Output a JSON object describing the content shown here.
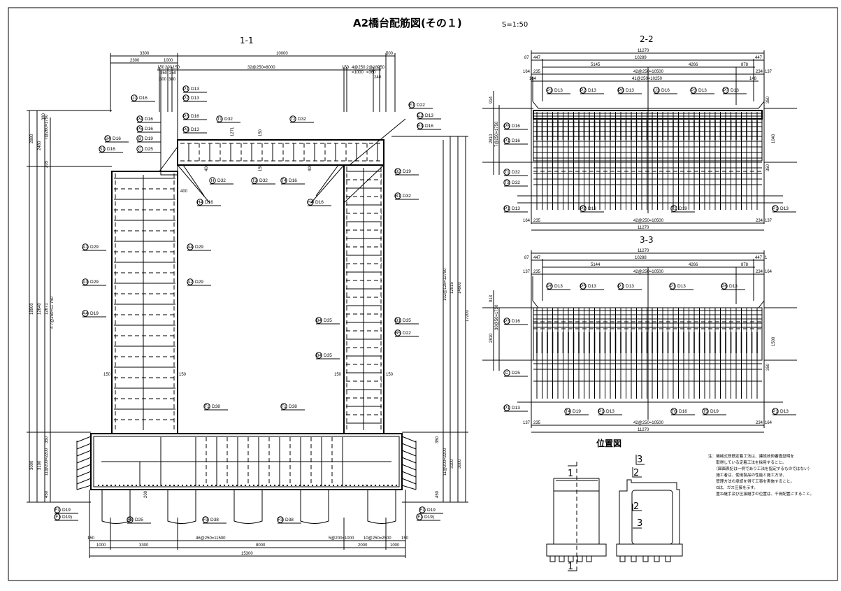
{
  "title": {
    "main": "A2橋台配筋図(その１)",
    "scale": "S=1:50"
  },
  "sections": {
    "s11": "1-1",
    "s22": "2-2",
    "s33": "3-3",
    "location": "位置図"
  },
  "view11": {
    "top_dims": [
      "3300",
      "10000",
      "500",
      "2300",
      "1000",
      "32@250=8000",
      "150",
      "4@250",
      "=1000",
      "2@180",
      "=360",
      "250",
      "240",
      "150",
      "200",
      "150",
      "250",
      "250",
      "300",
      "300"
    ],
    "left_dims": [
      "18900",
      "2880",
      "12640",
      "2480",
      "12671",
      "7@260=1790",
      "4 7@250=11 750",
      "380",
      "205",
      "3000",
      "3100",
      "11@200=2200",
      "350",
      "450"
    ],
    "right_dims": [
      "17200",
      "14900",
      "12915",
      "102@125=12750",
      "3000",
      "3100",
      "11@200=2200",
      "350",
      "450"
    ],
    "bottom_dims": [
      "46@250=11500",
      "5@200=1000",
      "10@250=2500",
      "150",
      "150",
      "1000",
      "3300",
      "8000",
      "2000",
      "1000",
      "15300"
    ],
    "inner_dims": [
      "150",
      "150",
      "150",
      "150",
      "400",
      "400",
      "400",
      "150",
      "150",
      "1271",
      "200"
    ],
    "labels": [
      {
        "mark": "P1",
        "bar": "D13"
      },
      {
        "mark": "U1",
        "bar": "D16"
      },
      {
        "mark": "P2",
        "bar": "D13"
      },
      {
        "mark": "P3",
        "bar": "D16"
      },
      {
        "mark": "P4",
        "bar": "D16"
      },
      {
        "mark": "P5",
        "bar": "D16"
      },
      {
        "mark": "P6",
        "bar": "D13"
      },
      {
        "mark": "S4",
        "bar": "D16"
      },
      {
        "mark": "B",
        "bar": "D19"
      },
      {
        "mark": "S1",
        "bar": "D16"
      },
      {
        "mark": "C",
        "bar": "D25"
      },
      {
        "mark": "T1",
        "bar": "D32"
      },
      {
        "mark": "T2",
        "bar": "D32"
      },
      {
        "mark": "E1",
        "bar": "D22"
      },
      {
        "mark": "E2",
        "bar": "D13"
      },
      {
        "mark": "E3",
        "bar": "D16"
      },
      {
        "mark": "H",
        "bar": "D32"
      },
      {
        "mark": "T3",
        "bar": "D32"
      },
      {
        "mark": "T4",
        "bar": "D16"
      },
      {
        "mark": "H4",
        "bar": "D16"
      },
      {
        "mark": "H4",
        "bar": "D16"
      },
      {
        "mark": "B2",
        "bar": "D19"
      },
      {
        "mark": "B1",
        "bar": "D32"
      },
      {
        "mark": "A1",
        "bar": "D29"
      },
      {
        "mark": "A4",
        "bar": "D29"
      },
      {
        "mark": "A3",
        "bar": "D29"
      },
      {
        "mark": "A2",
        "bar": "D29"
      },
      {
        "mark": "A4",
        "bar": "D19"
      },
      {
        "mark": "B4",
        "bar": "D35"
      },
      {
        "mark": "B1",
        "bar": "D35"
      },
      {
        "mark": "B5",
        "bar": "D22"
      },
      {
        "mark": "B4",
        "bar": "D35"
      },
      {
        "mark": "F1",
        "bar": "D38"
      },
      {
        "mark": "F1",
        "bar": "D38"
      },
      {
        "mark": "F1",
        "bar": "D19"
      },
      {
        "mark": "(F1",
        "bar": "D19)"
      },
      {
        "mark": "F8",
        "bar": "D25"
      },
      {
        "mark": "F3",
        "bar": "D38"
      },
      {
        "mark": "F3",
        "bar": "D38"
      },
      {
        "mark": "F1",
        "bar": "D19"
      },
      {
        "mark": "(F1",
        "bar": "D19)"
      }
    ]
  },
  "view22": {
    "dims_top": [
      "11270",
      "87",
      "447",
      "10289",
      "447",
      "5145",
      "4266",
      "878",
      "164",
      "235",
      "42@250=10500",
      "234",
      "137",
      "41@250=10250",
      "164",
      "148"
    ],
    "dims_bottom": [
      "164",
      "235",
      "42@250=10500",
      "234",
      "137",
      "11270"
    ],
    "side_dims": [
      "914",
      "2810",
      "7@250=1750",
      "350",
      "1040",
      "350"
    ],
    "labels": [
      {
        "mark": "P1",
        "bar": "D13"
      },
      {
        "mark": "P2",
        "bar": "D13"
      },
      {
        "mark": "P6",
        "bar": "D13"
      },
      {
        "mark": "U1",
        "bar": "D16"
      },
      {
        "mark": "P3",
        "bar": "D13"
      },
      {
        "mark": "P7",
        "bar": "D13"
      },
      {
        "mark": "P5",
        "bar": "D16"
      },
      {
        "mark": "P1",
        "bar": "D16"
      },
      {
        "mark": "T1",
        "bar": "D32"
      },
      {
        "mark": "T3",
        "bar": "D32"
      },
      {
        "mark": "P1",
        "bar": "D13"
      },
      {
        "mark": "P2",
        "bar": "D13"
      },
      {
        "mark": "T1",
        "bar": "D19"
      },
      {
        "mark": "P1",
        "bar": "D13"
      }
    ]
  },
  "view33": {
    "dims_top": [
      "11270",
      "87",
      "447",
      "10288",
      "447",
      "1",
      "5144",
      "4266",
      "878",
      "137",
      "235",
      "42@250=10500",
      "234",
      "164"
    ],
    "dims_bottom": [
      "137",
      "235",
      "42@250=10500",
      "234",
      "164",
      "11270"
    ],
    "side_dims": [
      "913",
      "2810",
      "30@50=1750",
      "1500",
      "350"
    ],
    "labels": [
      {
        "mark": "P6",
        "bar": "D13"
      },
      {
        "mark": "P5",
        "bar": "D13"
      },
      {
        "mark": "P1",
        "bar": "D13"
      },
      {
        "mark": "P1",
        "bar": "D13"
      },
      {
        "mark": "P6",
        "bar": "D13"
      },
      {
        "mark": "P3",
        "bar": "D16"
      },
      {
        "mark": "C",
        "bar": "D25"
      },
      {
        "mark": "P1",
        "bar": "D13"
      },
      {
        "mark": "T4",
        "bar": "D19"
      },
      {
        "mark": "P1",
        "bar": "D13"
      },
      {
        "mark": "T6",
        "bar": "D16"
      },
      {
        "mark": "T5",
        "bar": "D19"
      },
      {
        "mark": "P1",
        "bar": "D13"
      }
    ]
  },
  "location_map": {
    "cut_marks": [
      "1",
      "1",
      "3",
      "2",
      "2",
      "3"
    ]
  },
  "notes": {
    "lines": [
      "注：機械式鉄筋定着工法は、建設技術審査証明を",
      "　　取得している定着工法を採用すること。",
      "　　（図面表記は一例であり工法を指定するものではない）",
      "　　施工者は、使用製品の性能と施工方法、",
      "　　管理方法の承認を得て工事を実施すること。",
      "　　Gは、ガス圧接を示す。",
      "　　重ね継手及び圧接継手の位置は、千鳥配置にすること。"
    ]
  }
}
